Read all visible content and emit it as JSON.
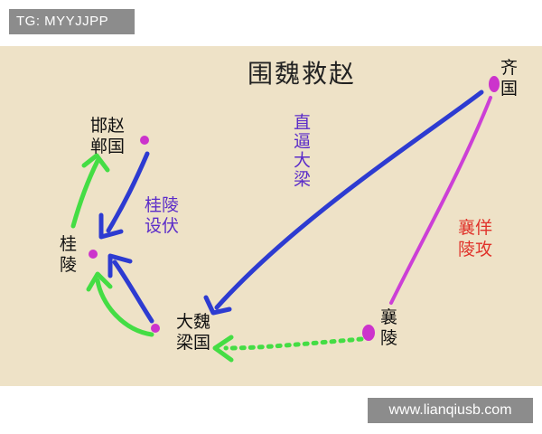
{
  "watermark_tl": "TG: MYYJJPP",
  "watermark_br": "www.lianqiusb.com",
  "title": "围魏救赵",
  "cities": {
    "qi": [
      "齐",
      "国"
    ],
    "handan": [
      "邯赵",
      "郸国"
    ],
    "guiling": [
      "桂",
      "陵"
    ],
    "daliang": [
      "大魏",
      "梁国"
    ],
    "xiangling": [
      "襄",
      "陵"
    ]
  },
  "annotations": {
    "zhibi": "直逼大梁",
    "guiling_ambush": "桂陵设伏",
    "xiang_feint": "襄佯陵攻"
  },
  "colors": {
    "background": "#eee2c7",
    "blue_route": "#2d3bd1",
    "green_route": "#44dd44",
    "magenta_route": "#cc3fd6",
    "city_dot": "#cc33cc",
    "purple_text": "#5b2cc9",
    "red_text": "#e0322a"
  }
}
